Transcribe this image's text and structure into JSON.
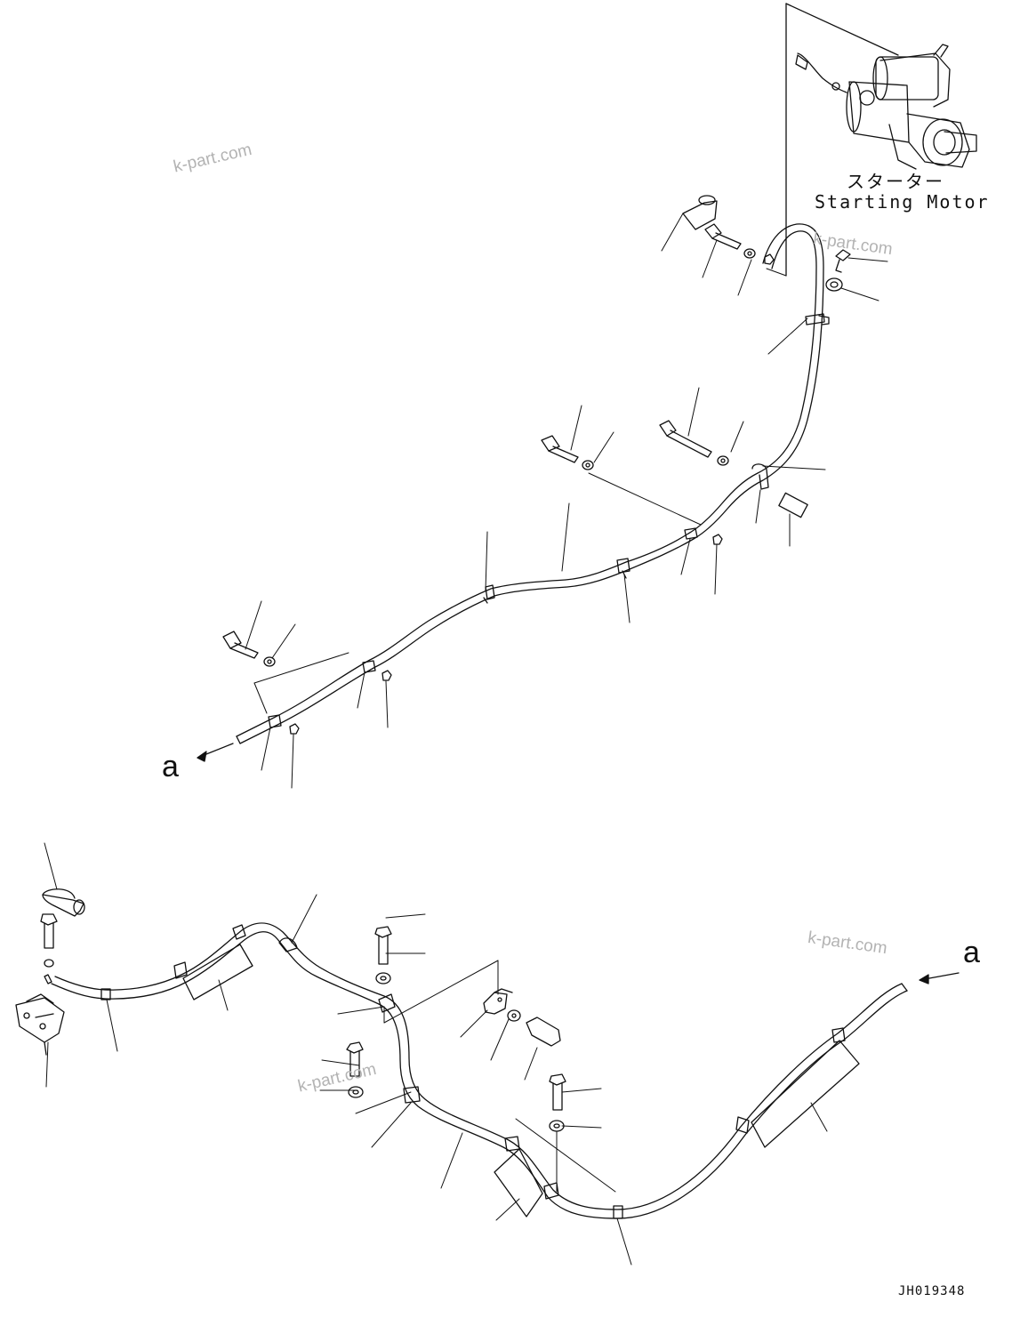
{
  "labels": {
    "starter_jp": "スターター",
    "starter_en": "Starting Motor",
    "ref_a": "a",
    "drawing_code": "JH019348",
    "watermark": "k-part.com"
  },
  "colors": {
    "line": "#111111",
    "watermark": "#b3b3b3",
    "background": "#ffffff"
  },
  "icons": [
    "starting-motor-icon",
    "terminal-cover-icon",
    "bolt-icon",
    "washer-icon",
    "nut-icon",
    "clamp-icon",
    "bracket-icon",
    "collar-icon",
    "relay-icon",
    "arrow-icon"
  ]
}
